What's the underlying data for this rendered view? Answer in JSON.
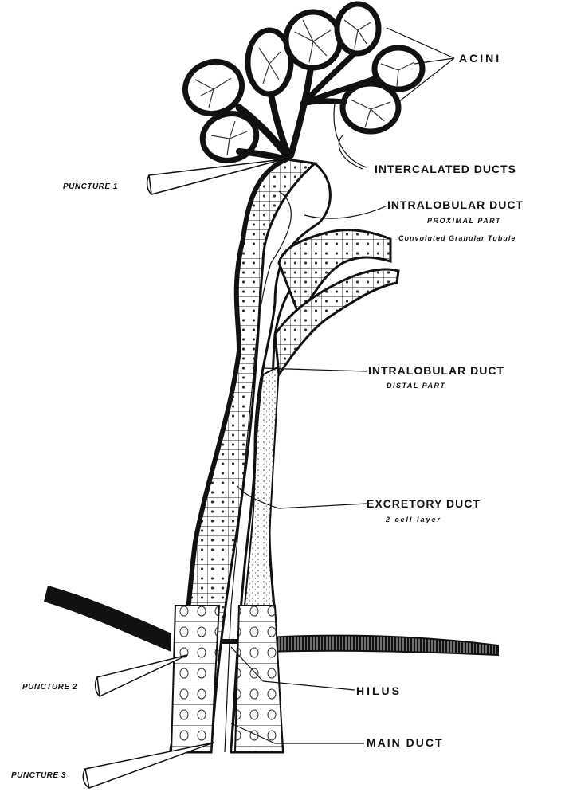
{
  "labels": {
    "acini": "ACINI",
    "intercalated_ducts": "INTERCALATED DUCTS",
    "intralobular_duct_proximal": "INTRALOBULAR DUCT",
    "proximal_part": "PROXIMAL PART",
    "convoluted_granular_tubule": "Convoluted Granular Tubule",
    "intralobular_duct_distal": "INTRALOBULAR DUCT",
    "distal_part": "DISTAL PART",
    "excretory_duct": "EXCRETORY DUCT",
    "cell_layer": "2 cell layer",
    "hilus": "HILUS",
    "main_duct": "MAIN DUCT",
    "puncture_1": "PUNCTURE 1",
    "puncture_2": "PUNCTURE 2",
    "puncture_3": "PUNCTURE 3"
  }
}
